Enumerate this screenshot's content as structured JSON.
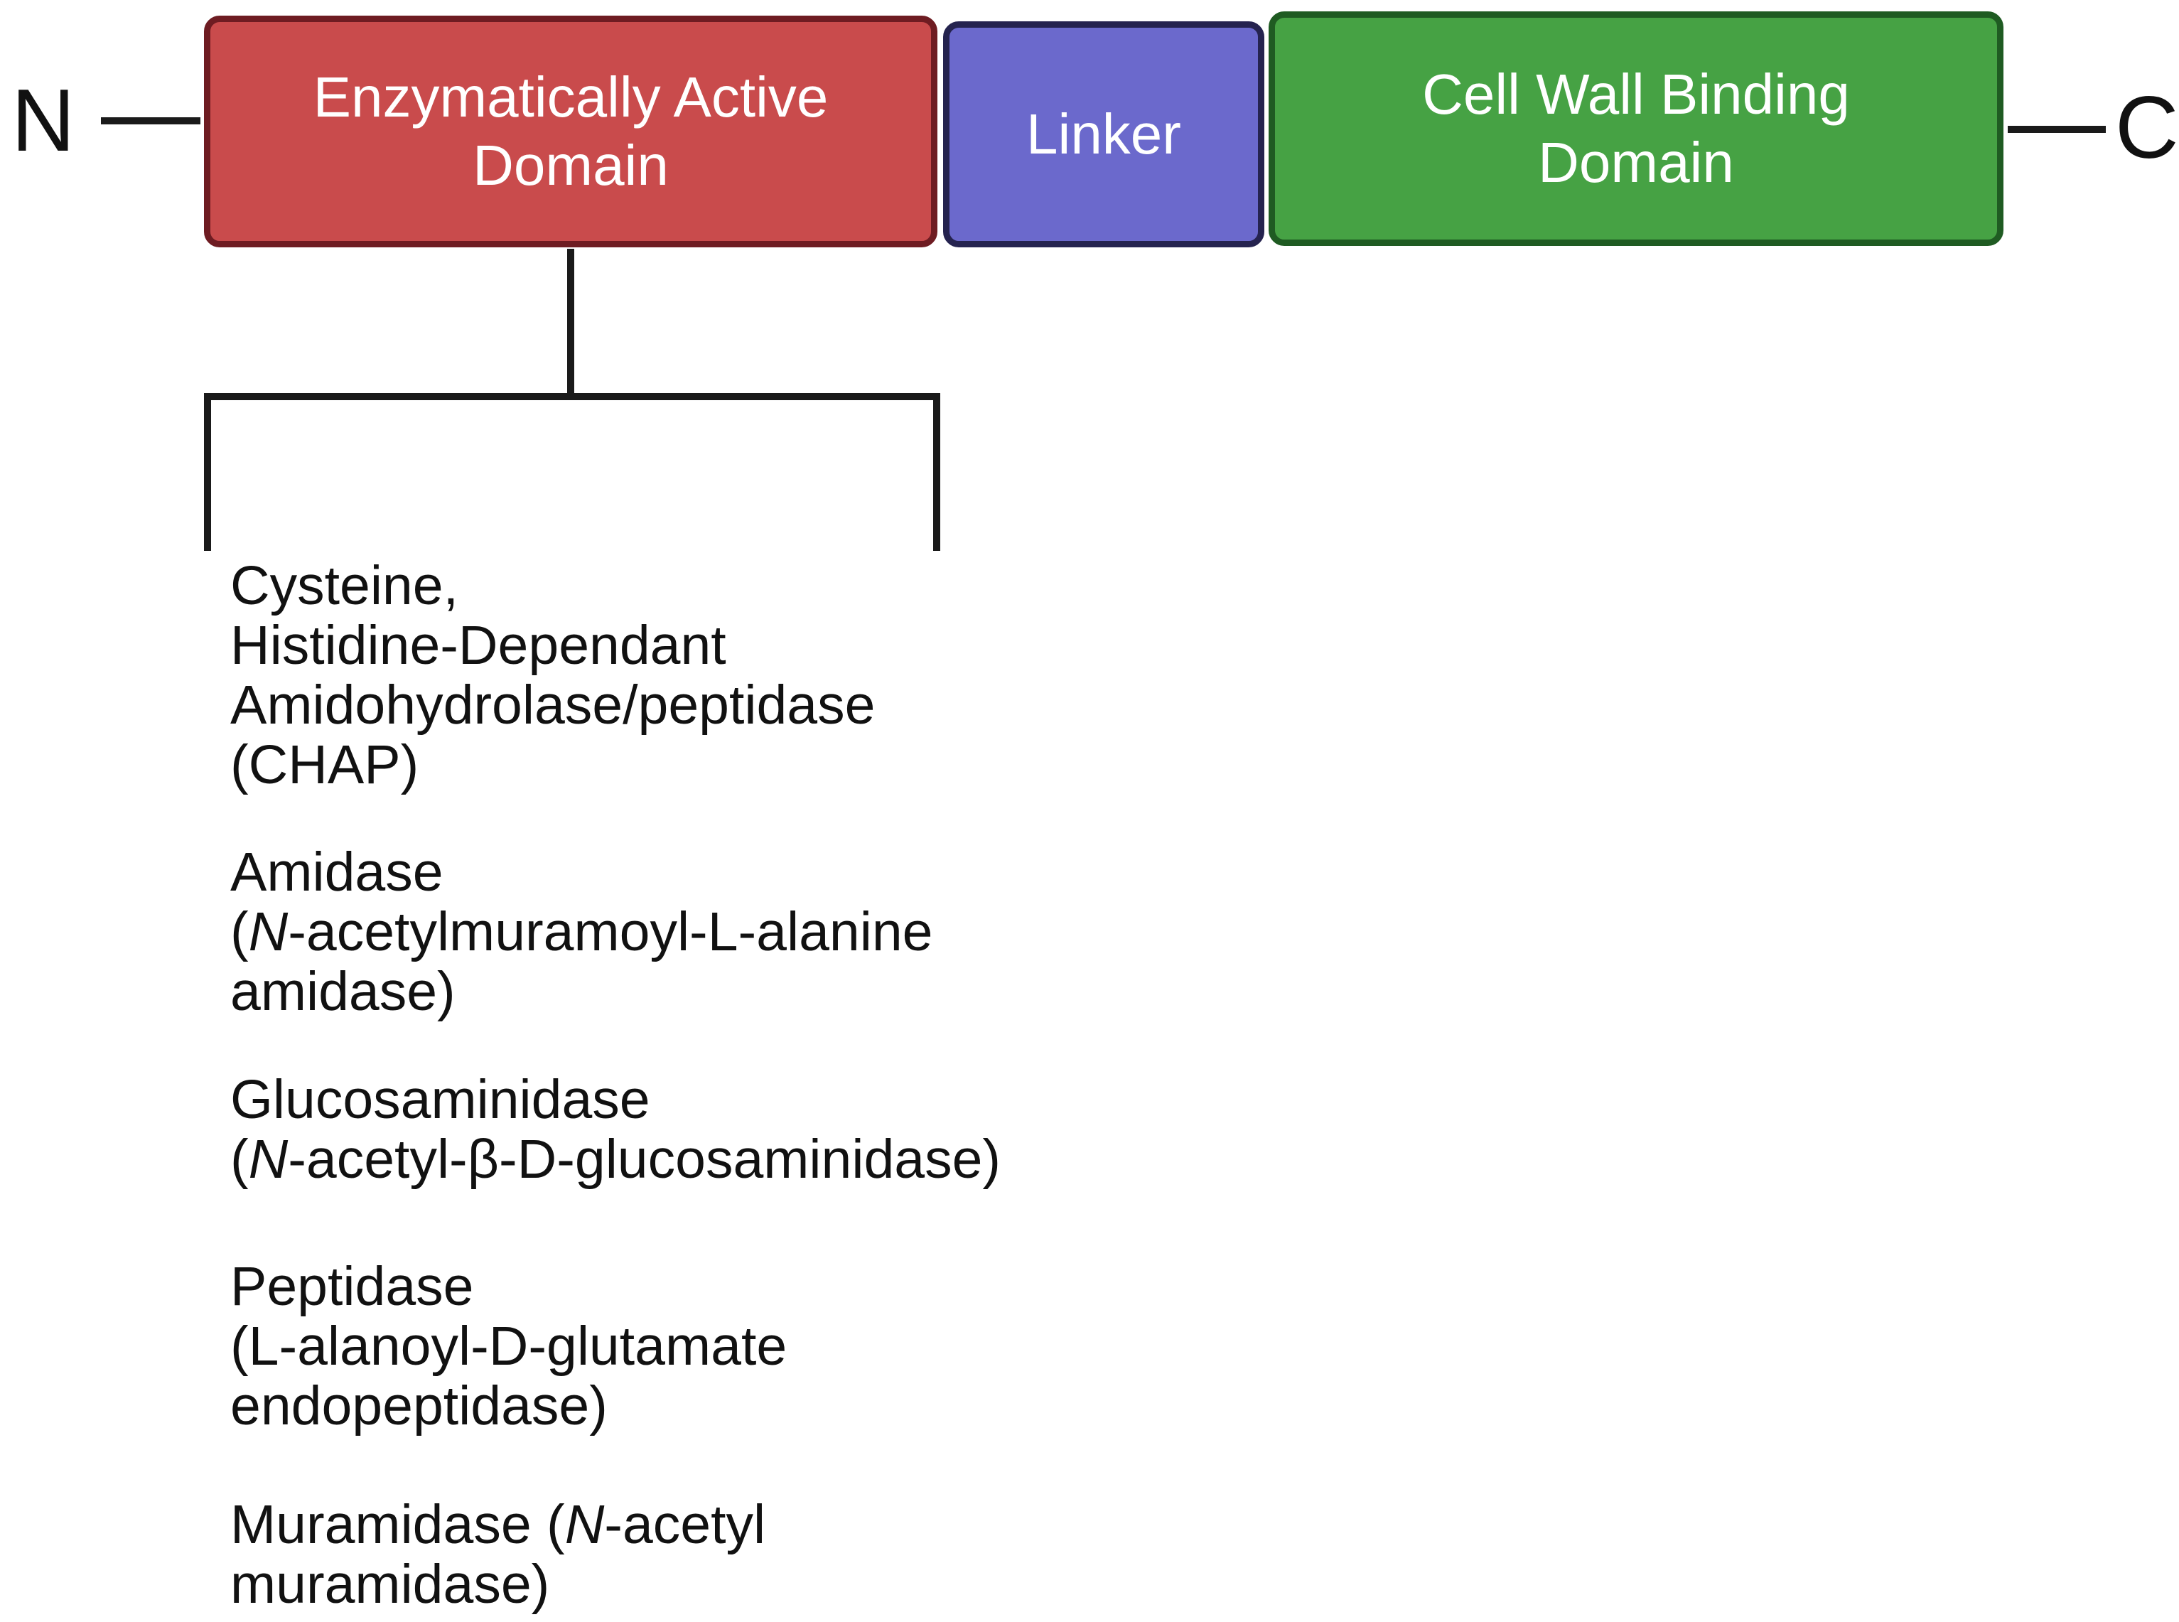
{
  "terminals": {
    "n": "N",
    "c": "C"
  },
  "domains": {
    "enzymatic": "Enzymatically Active\nDomain",
    "linker": "Linker",
    "cell_wall": "Cell Wall Binding\nDomain"
  },
  "activities": {
    "chap": {
      "line1": "Cysteine,",
      "line2": "Histidine-Dependant",
      "line3": "Amidohydrolase/peptidase",
      "line4": "(CHAP)"
    },
    "amidase": {
      "line1": "Amidase",
      "line2_open": "(",
      "line2_italic": "N",
      "line2_rest": "-acetylmuramoyl-L-alanine",
      "line3": "amidase)"
    },
    "glucosaminidase": {
      "line1": "Glucosaminidase",
      "line2_open": "(",
      "line2_italic": "N",
      "line2_rest": "-acetyl-β-D-glucosaminidase)"
    },
    "peptidase": {
      "line1": "Peptidase",
      "line2": "(L-alanoyl-D-glutamate",
      "line3": "endopeptidase)"
    },
    "muramidase": {
      "line1_start": "Muramidase (",
      "line1_italic": "N",
      "line1_rest": "-acetyl",
      "line2": "muramidase)"
    }
  },
  "colors": {
    "enzymatic_fill": "#c94b4c",
    "linker_fill": "#6b69cc",
    "cell_wall_fill": "#46a244",
    "connector": "#1a1a1a"
  }
}
